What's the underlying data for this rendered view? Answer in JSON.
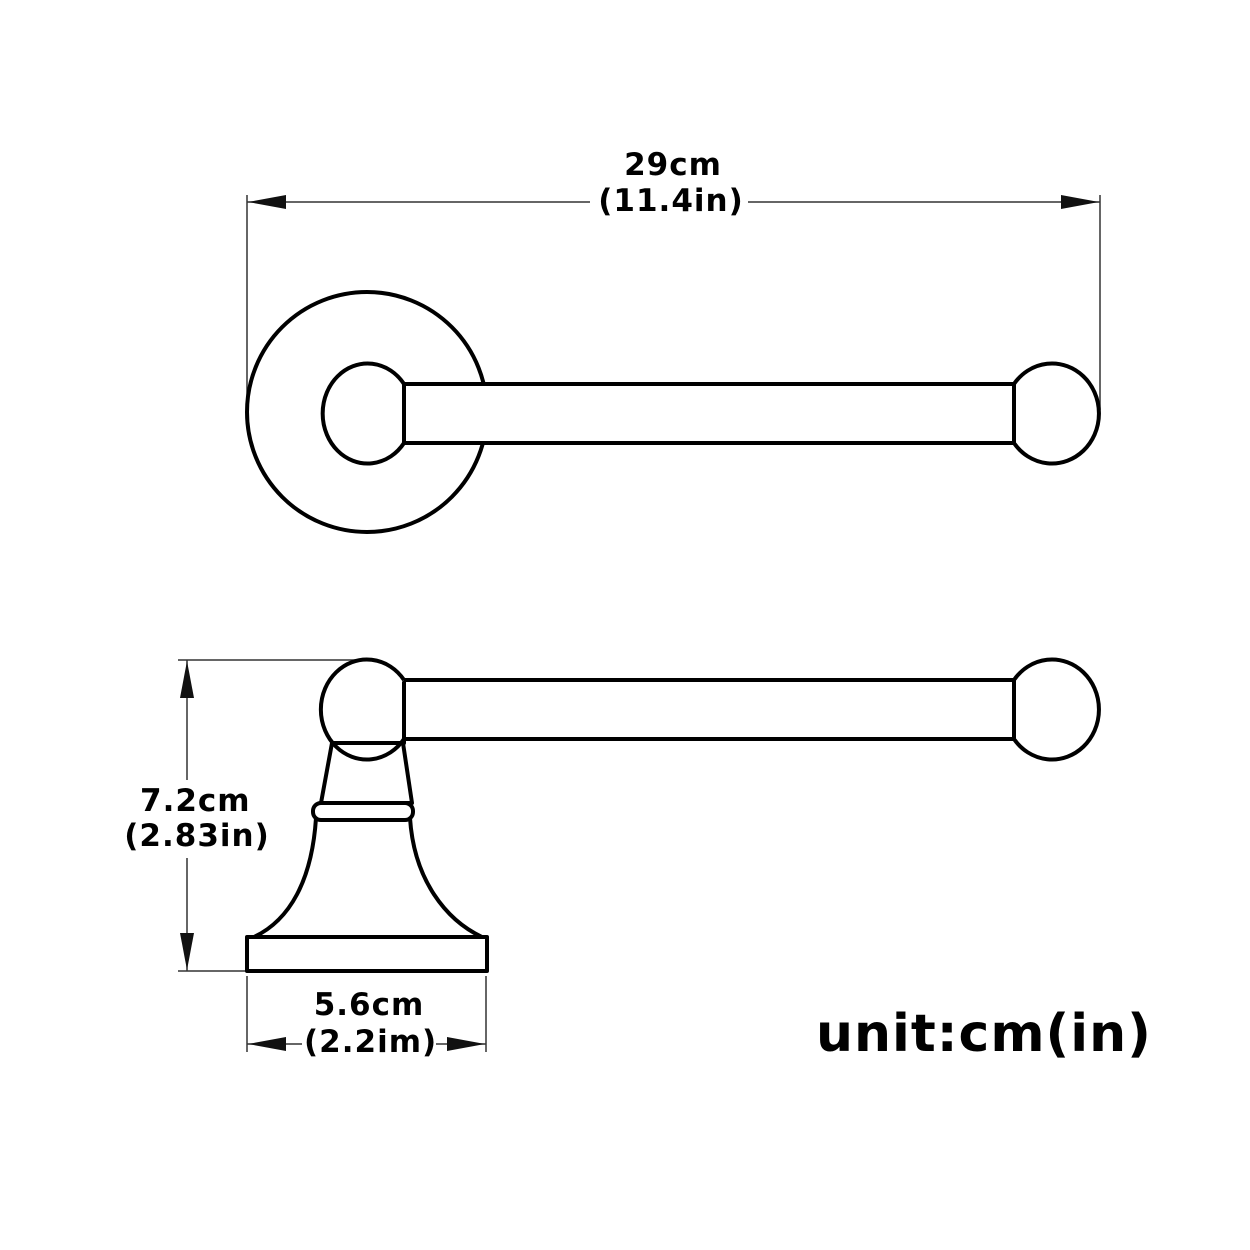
{
  "drawing": {
    "subject": "paper towel holder / toilet paper holder",
    "views": [
      "top view",
      "side view"
    ],
    "stroke_color": "#000000",
    "background_color": "#ffffff"
  },
  "dimensions": {
    "length": {
      "cm": "29cm",
      "in": "(11.4in)"
    },
    "height": {
      "cm": "7.2cm",
      "in": "(2.83in)"
    },
    "base_width": {
      "cm": "5.6cm",
      "in": "(2.2im)"
    }
  },
  "unit_note": "unit:cm(in)"
}
